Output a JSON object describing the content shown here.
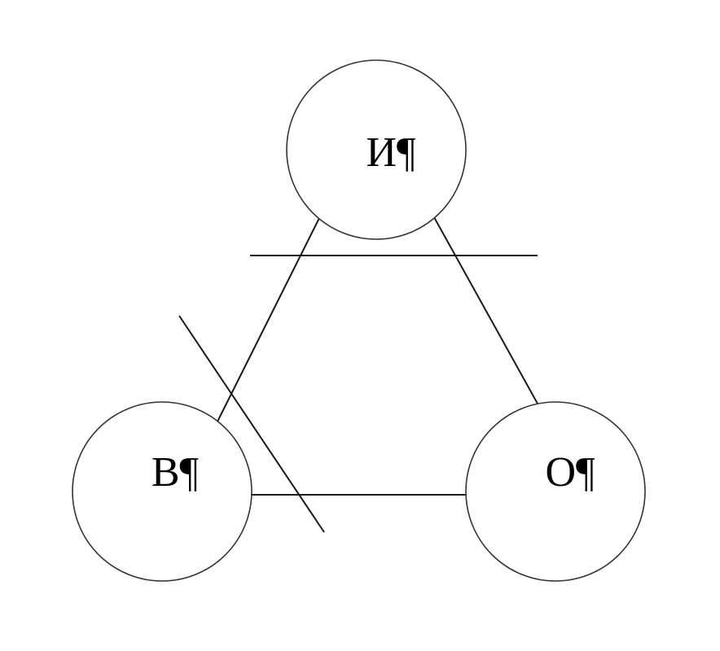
{
  "diagram": {
    "nodes": {
      "top": {
        "label": "И¶"
      },
      "left": {
        "label": "В¶"
      },
      "right": {
        "label": "О¶"
      }
    }
  },
  "colors": {
    "stroke": "#1a1a1a",
    "circle_stroke": "#333333",
    "background": "#ffffff"
  }
}
